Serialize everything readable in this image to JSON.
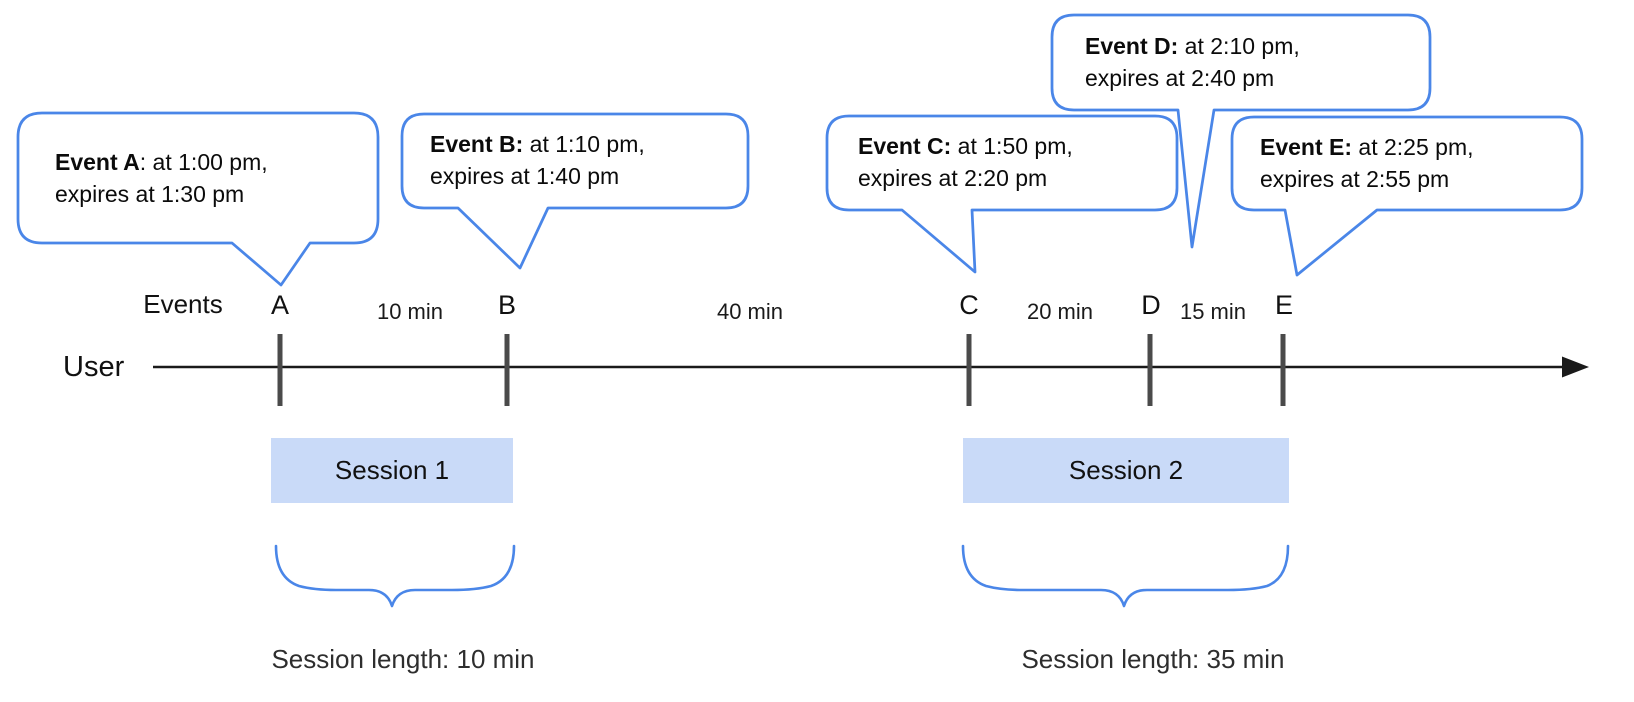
{
  "callouts": [
    {
      "bold": "Event A",
      "rest": ": at 1:00 pm,",
      "line2": "expires at 1:30 pm"
    },
    {
      "bold": "Event B:",
      "rest": " at 1:10 pm,",
      "line2": "expires at 1:40 pm"
    },
    {
      "bold": "Event C:",
      "rest": " at 1:50 pm,",
      "line2": "expires at 2:20 pm"
    },
    {
      "bold": "Event D:",
      "rest": " at 2:10 pm,",
      "line2": "expires at 2:40 pm"
    },
    {
      "bold": "Event E:",
      "rest": " at 2:25 pm,",
      "line2": "expires at 2:55 pm"
    }
  ],
  "timeline": {
    "row_label": "User",
    "events_label": "Events",
    "event_marks": [
      "A",
      "B",
      "C",
      "D",
      "E"
    ],
    "intervals": [
      "10 min",
      "40 min",
      "20 min",
      "15 min"
    ]
  },
  "sessions": [
    {
      "label": "Session 1",
      "length": "Session length: 10 min"
    },
    {
      "label": "Session 2",
      "length": "Session length: 35 min"
    }
  ],
  "colors": {
    "callout_border": "#4a86e8",
    "brace": "#4a86e8",
    "session_fill": "#c9daf8",
    "axis": "#1a1a1a",
    "tick": "#4a4a4a"
  }
}
